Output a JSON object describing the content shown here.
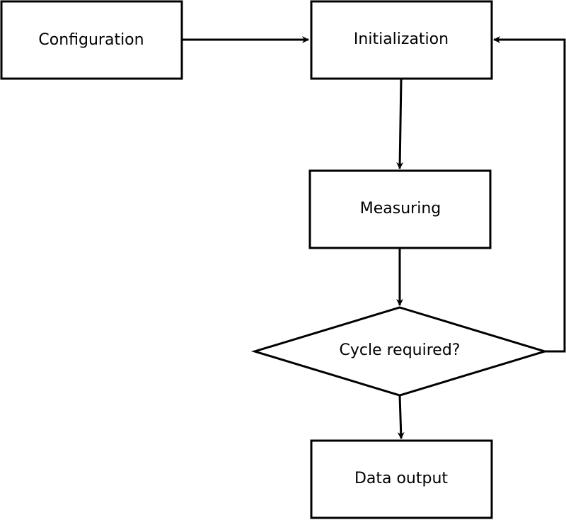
{
  "nodes": {
    "configuration": "Configuration",
    "initialization": "Initialization",
    "measuring": "Measuring",
    "decision": "Cycle required?",
    "data_output": "Data output"
  }
}
